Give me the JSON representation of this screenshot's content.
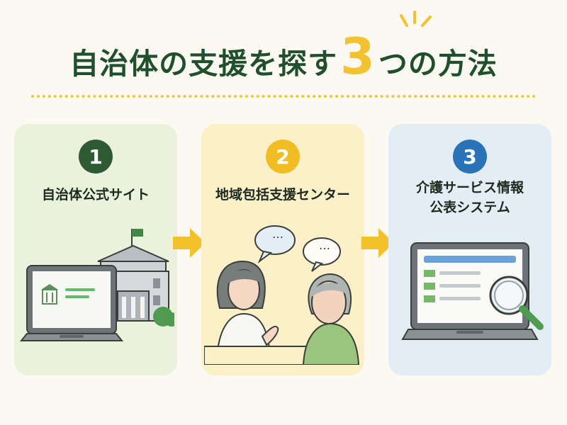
{
  "title": {
    "before": "自治体の支援を探す",
    "number": "3",
    "after": "つの方法"
  },
  "steps": [
    {
      "number": "1",
      "label": "自治体公式サイト",
      "color": "#2d5a32",
      "panel_color": "#eaf2dc",
      "icon": "laptop-and-city-hall-icon"
    },
    {
      "number": "2",
      "label": "地域包括支援センター",
      "color": "#f0bd22",
      "panel_color": "#fbf0c8",
      "icon": "consultation-conversation-icon"
    },
    {
      "number": "3",
      "label_line1": "介護サービス情報",
      "label_line2": "公表システム",
      "color": "#2a73b8",
      "panel_color": "#e3edf4",
      "icon": "laptop-magnifier-icon"
    }
  ],
  "speech_bubbles": [
    "…",
    "…"
  ],
  "colors": {
    "title": "#1f4f2c",
    "accent_yellow": "#f2c230",
    "background": "#fbf9f1"
  }
}
